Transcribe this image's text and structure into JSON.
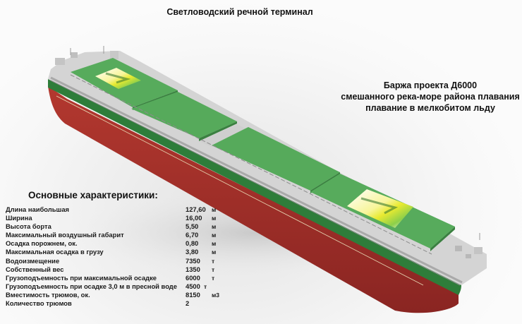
{
  "header": {
    "title": "Светловодский речной терминал"
  },
  "caption": {
    "lines": [
      "Баржа проекта Д6000",
      "смешанного река-море района плавания",
      "плавание в мелкобитом льду"
    ]
  },
  "specs": {
    "title": "Основные характеристики:",
    "rows": [
      {
        "label": "Длина наибольшая",
        "value": "127,60",
        "unit": "м"
      },
      {
        "label": "Ширина",
        "value": "16,00",
        "unit": "м"
      },
      {
        "label": "Высота борта",
        "value": "5,50",
        "unit": "м"
      },
      {
        "label": "Максимальный воздушный габарит",
        "value": "6,70",
        "unit": "м"
      },
      {
        "label": "Осадка порожнем, ок.",
        "value": "0,80",
        "unit": "м"
      },
      {
        "label": "Максимальная осадка в грузу",
        "value": "3,80",
        "unit": "м"
      },
      {
        "label": "Водоизмещение",
        "value": "7350",
        "unit": "т"
      },
      {
        "label": "Собственный вес",
        "value": "1350",
        "unit": "т"
      },
      {
        "label": "Грузоподъемность при максимальной осадке",
        "value": "6000",
        "unit": "т"
      },
      {
        "label": "Грузоподъемность при осадке 3,0 м в пресной воде",
        "value": "4500",
        "unit": "т"
      },
      {
        "label": "Вместимость трюмов, ок.",
        "value": "8150",
        "unit": "м3"
      },
      {
        "label": "Количество трюмов",
        "value": "2",
        "unit": ""
      }
    ]
  },
  "illustration": {
    "subject": "barge-3d-render",
    "colors": {
      "hatch_cover": "#55a85a",
      "hatch_cover_dark": "#3f8a45",
      "deck": "#d2d2d2",
      "hull_stripe": "#2e7d3a",
      "hull_red": "#a8322e",
      "hull_red_dark": "#7e2220"
    }
  }
}
